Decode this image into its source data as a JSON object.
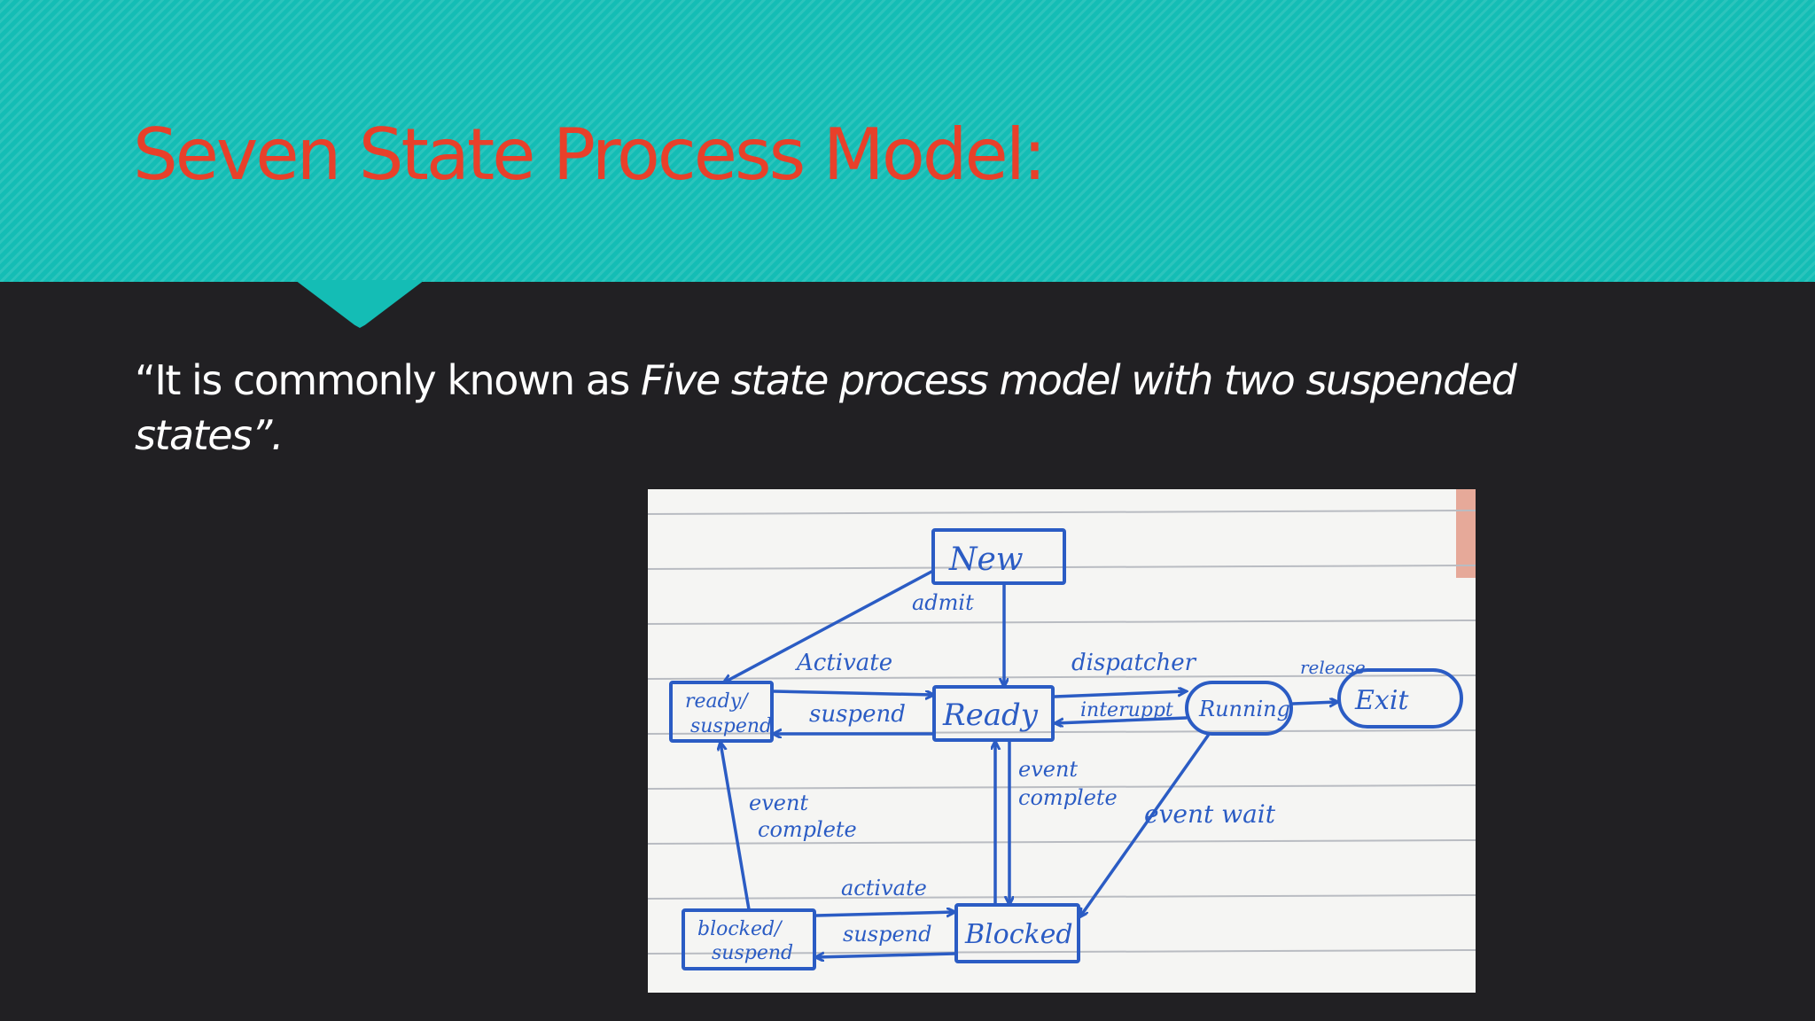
{
  "slide": {
    "title": "Seven State Process Model:",
    "quote": {
      "plain": "“It is commonly known as ",
      "italic": "Five state process model with two suspended states”."
    }
  },
  "diagram": {
    "states": {
      "new": "New",
      "ready_suspend_line1": "ready/",
      "ready_suspend_line2": "suspend",
      "ready": "Ready",
      "running": "Running",
      "exit": "Exit",
      "blocked_suspend_line1": "blocked/",
      "blocked_suspend_line2": "suspend",
      "blocked": "Blocked"
    },
    "transitions": {
      "admit": "admit",
      "activate_upper": "Activate",
      "suspend_upper": "suspend",
      "dispatcher": "dispatcher",
      "interrupt": "interuppt",
      "release": "release",
      "event_complete_left_line1": "event",
      "event_complete_left_line2": "complete",
      "event_complete_center_line1": "event",
      "event_complete_center_line2": "complete",
      "event_wait": "event wait",
      "activate_lower": "activate",
      "suspend_lower": "suspend"
    }
  },
  "colors": {
    "header": "#14bdb5",
    "title": "#e8402a",
    "background": "#212023",
    "paper": "#f5f5f3",
    "ink": "#2b5cc4"
  }
}
